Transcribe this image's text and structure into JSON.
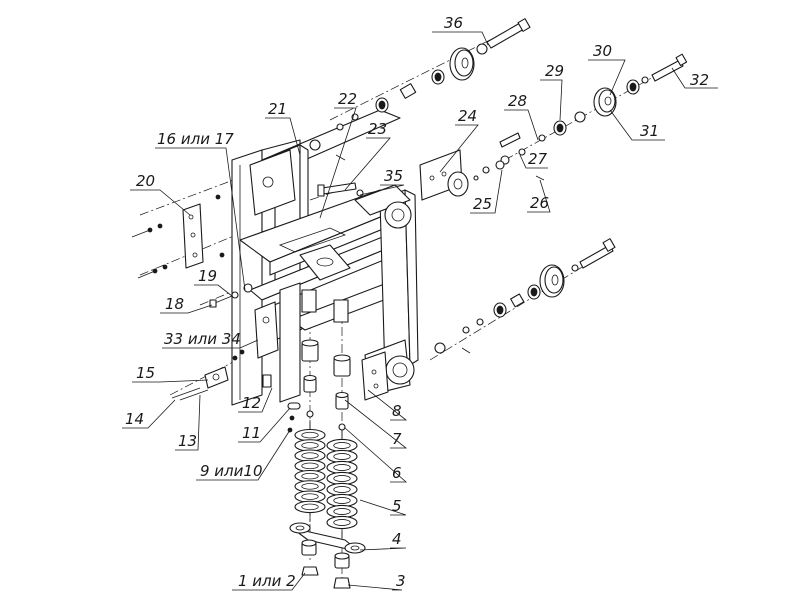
{
  "diagram": {
    "labels": [
      {
        "id": "l36",
        "text": "36"
      },
      {
        "id": "l30",
        "text": "30"
      },
      {
        "id": "l29",
        "text": "29"
      },
      {
        "id": "l32",
        "text": "32"
      },
      {
        "id": "l22",
        "text": "22"
      },
      {
        "id": "l21",
        "text": "21"
      },
      {
        "id": "l28",
        "text": "28"
      },
      {
        "id": "l24",
        "text": "24"
      },
      {
        "id": "l23",
        "text": "23"
      },
      {
        "id": "l31",
        "text": "31"
      },
      {
        "id": "l16",
        "text": "16 или 17"
      },
      {
        "id": "l27",
        "text": "27"
      },
      {
        "id": "l35",
        "text": "35"
      },
      {
        "id": "l20",
        "text": "20"
      },
      {
        "id": "l25",
        "text": "25"
      },
      {
        "id": "l26",
        "text": "26"
      },
      {
        "id": "l19",
        "text": "19"
      },
      {
        "id": "l18",
        "text": "18"
      },
      {
        "id": "l33",
        "text": "33 или 34"
      },
      {
        "id": "l15",
        "text": "15"
      },
      {
        "id": "l12",
        "text": "12"
      },
      {
        "id": "l8",
        "text": "8"
      },
      {
        "id": "l14",
        "text": "14"
      },
      {
        "id": "l13",
        "text": "13"
      },
      {
        "id": "l11",
        "text": "11"
      },
      {
        "id": "l7",
        "text": "7"
      },
      {
        "id": "l6",
        "text": "6"
      },
      {
        "id": "l9",
        "text": "9 или10"
      },
      {
        "id": "l5",
        "text": "5"
      },
      {
        "id": "l4",
        "text": "4"
      },
      {
        "id": "l1",
        "text": "1 или 2"
      },
      {
        "id": "l3",
        "text": "3"
      }
    ]
  }
}
